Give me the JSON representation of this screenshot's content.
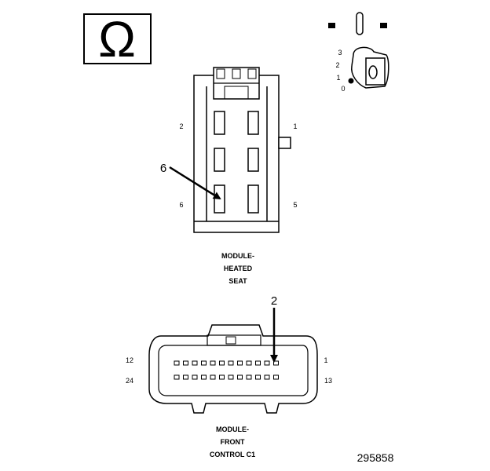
{
  "ohm_symbol": "Ω",
  "key_positions": [
    "3",
    "2",
    "1",
    "0"
  ],
  "heated_seat": {
    "name_lines": [
      "MODULE-",
      "HEATED",
      "SEAT"
    ],
    "pin_labels": {
      "top_left": "2",
      "top_right": "1",
      "bottom_left": "6",
      "bottom_right": "5"
    },
    "callout": "6"
  },
  "front_control": {
    "name_lines": [
      "MODULE-",
      "FRONT",
      "CONTROL C1"
    ],
    "pin_labels": {
      "top_left": "12",
      "top_right": "1",
      "bottom_left": "24",
      "bottom_right": "13"
    },
    "callout": "2",
    "pins_per_row": 12
  },
  "figure_number": "295858",
  "colors": {
    "ink": "#000000",
    "paper": "#ffffff"
  }
}
